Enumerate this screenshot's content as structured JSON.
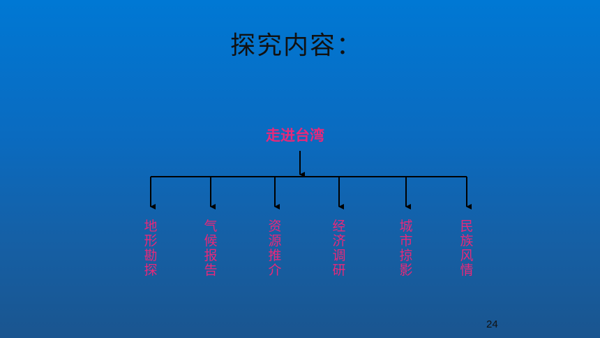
{
  "slide": {
    "title": "探究内容：",
    "page_number": "24"
  },
  "diagram": {
    "root": "走进台湾",
    "branches": [
      {
        "label": "地形勘探"
      },
      {
        "label": "气候报告"
      },
      {
        "label": "资源推介"
      },
      {
        "label": "经济调研"
      },
      {
        "label": "城市掠影"
      },
      {
        "label": "民族风情"
      }
    ],
    "colors": {
      "label": "#e8287a",
      "line": "#000000",
      "title": "#111111"
    }
  }
}
